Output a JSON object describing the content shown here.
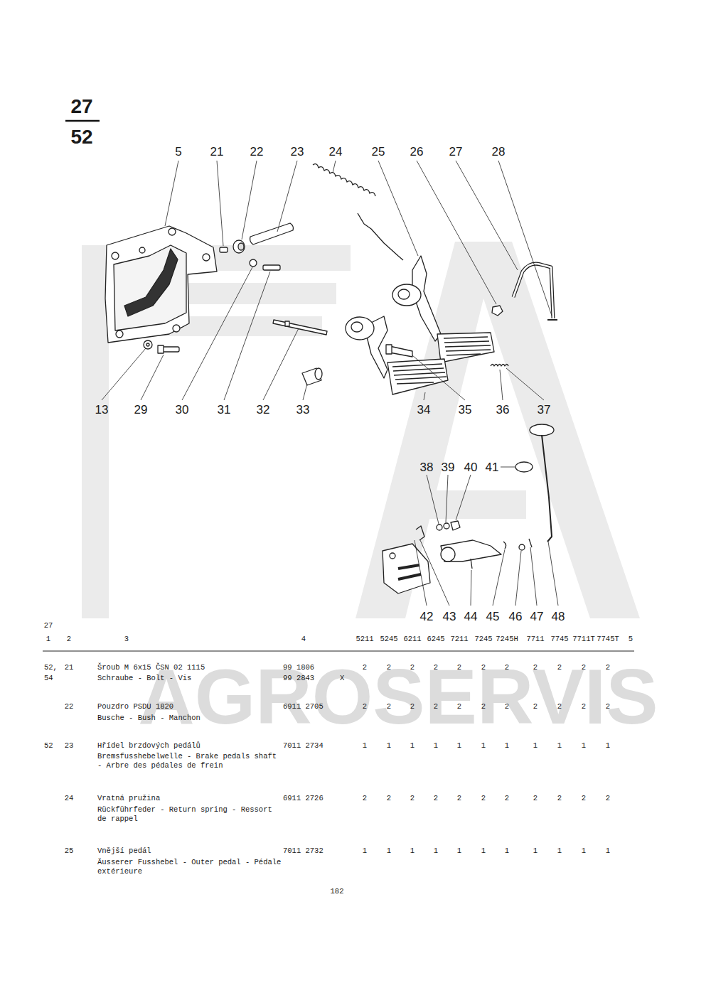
{
  "diagram": {
    "labels": [
      "27",
      "52",
      "5",
      "21",
      "22",
      "23",
      "24",
      "25",
      "26",
      "27",
      "28",
      "13",
      "29",
      "30",
      "31",
      "32",
      "33",
      "34",
      "35",
      "36",
      "37",
      "38",
      "39",
      "40",
      "41",
      "42",
      "43",
      "44",
      "45",
      "46",
      "47",
      "48",
      "27",
      "1",
      "2",
      "3",
      "4",
      "5211",
      "5245",
      "6211",
      "6245",
      "7211",
      "7245",
      "7245H",
      "7711",
      "7745",
      "7711T",
      "7745T",
      "5",
      "52,",
      "54",
      "21",
      "Šroub M 6x15 ČSN 02 1115",
      "Schraube - Bolt - Vis",
      "99 1806",
      "99 2843",
      "X",
      "2",
      "2",
      "2",
      "2",
      "2",
      "2",
      "2",
      "2",
      "2",
      "2",
      "2",
      "22",
      "Pouzdro PSDU 1820",
      "Busche - Bush - Manchon",
      "6911 2705",
      "2",
      "2",
      "2",
      "2",
      "2",
      "2",
      "2",
      "2",
      "2",
      "2",
      "2",
      "52",
      "23",
      "Hřídel brzdových pedálů",
      "Bremsfusshebelwelle - Brake pedals shaft - Arbre des pédales de frein",
      "7011 2734",
      "1",
      "1",
      "1",
      "1",
      "1",
      "1",
      "1",
      "1",
      "1",
      "1",
      "1",
      "24",
      "Vratná pružina",
      "Rückführfeder - Return spring - Ressort de rappel",
      "6911 2726",
      "2",
      "2",
      "2",
      "2",
      "2",
      "2",
      "2",
      "2",
      "2",
      "2",
      "2",
      "25",
      "Vnější pedál",
      "Äusserer Fusshebel - Outer pedal - Pédale extérieure",
      "7011 2732",
      "1",
      "1",
      "1",
      "1",
      "1",
      "1",
      "1",
      "1",
      "1",
      "1",
      "1",
      "182",
      "AGROSERVIS"
    ]
  }
}
